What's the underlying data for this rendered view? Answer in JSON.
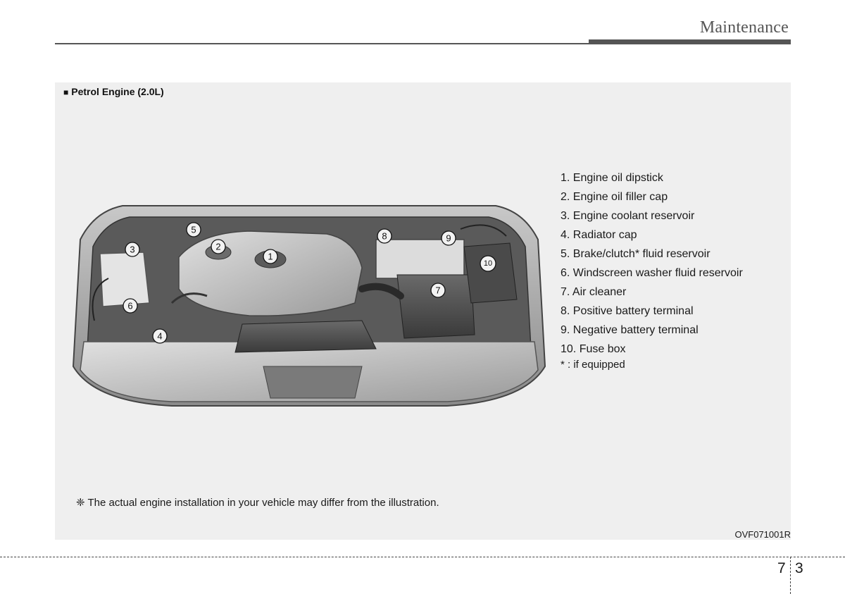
{
  "header": {
    "title": "Maintenance"
  },
  "section": {
    "title": "Petrol Engine (2.0L)"
  },
  "callouts": [
    "1",
    "2",
    "3",
    "4",
    "5",
    "6",
    "7",
    "8",
    "9",
    "10"
  ],
  "legend": {
    "items": [
      "1. Engine oil dipstick",
      "2. Engine oil filler cap",
      "3. Engine coolant reservoir",
      "4. Radiator cap",
      "5. Brake/clutch* fluid reservoir",
      "6. Windscreen washer fluid reservoir",
      "7. Air cleaner",
      "8. Positive battery terminal",
      "9. Negative battery terminal",
      "10. Fuse box"
    ],
    "note": "* : if equipped"
  },
  "disclaimer": "❈ The actual engine installation in your vehicle may differ from the illustration.",
  "figure_code": "OVF071001R",
  "page": {
    "chapter": "7",
    "number": "3"
  }
}
